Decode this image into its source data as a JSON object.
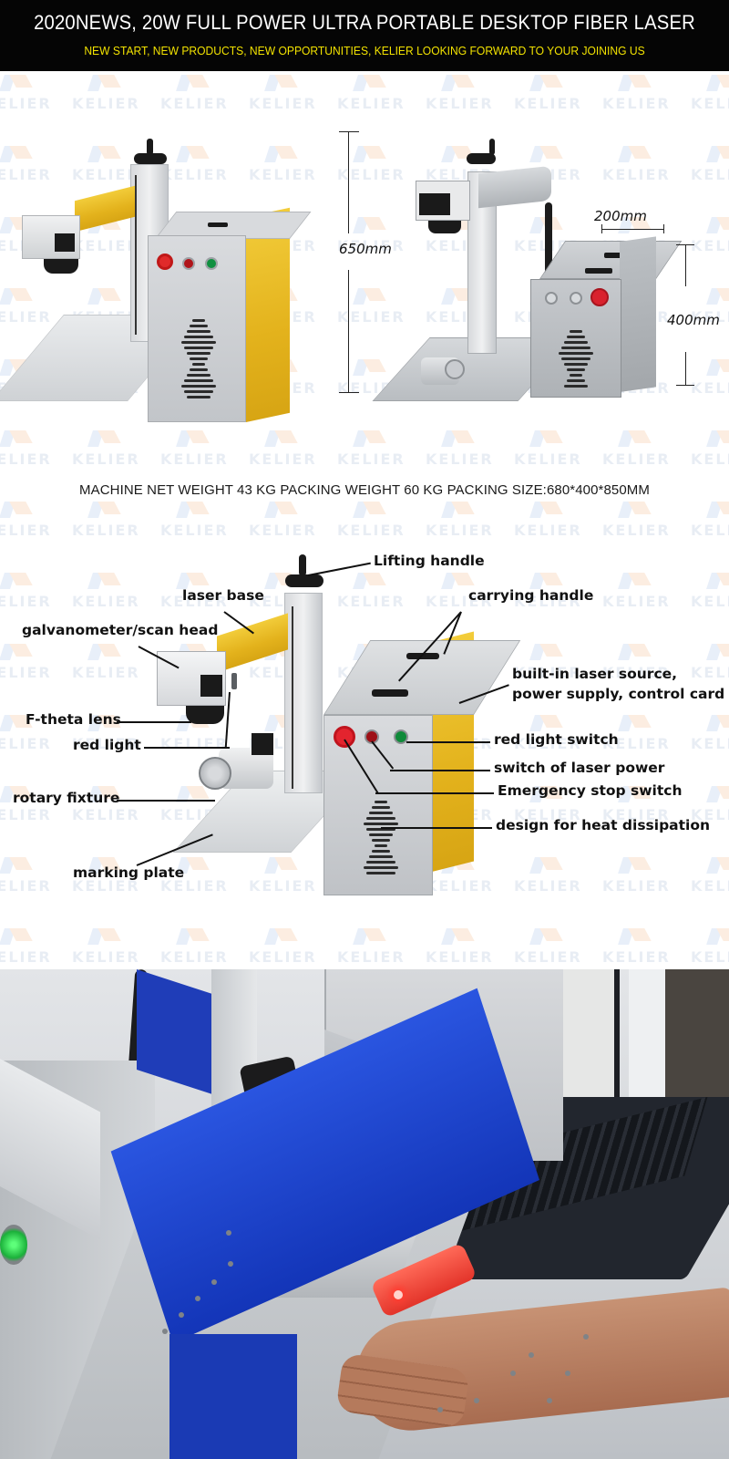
{
  "header": {
    "title": "2020NEWS, 20W FULL POWER ULTRA PORTABLE DESKTOP FIBER LASER",
    "subtitle": "NEW START, NEW PRODUCTS, NEW OPPORTUNITIES, KELIER LOOKING FORWARD TO YOUR JOINING US",
    "background_color": "#050505",
    "title_color": "#ffffff",
    "subtitle_color": "#f2e200"
  },
  "watermark": {
    "text": "KELIER"
  },
  "product_photos": {
    "left_machine": {
      "frame_color": "gold",
      "buttons": [
        "emergency-stop",
        "laser-power",
        "red-light"
      ]
    },
    "right_machine": {
      "frame_color": "silver",
      "dimensions": {
        "height_total": "650mm",
        "cabinet_width": "200mm",
        "cabinet_height": "400mm"
      }
    }
  },
  "specs": {
    "line": "MACHINE NET WEIGHT 43 KG PACKING WEIGHT 60 KG   PACKING SIZE:680*400*850MM",
    "net_weight": "43 KG",
    "packing_weight": "60 KG",
    "packing_size": "680*400*850MM"
  },
  "diagram": {
    "labels": {
      "lifting_handle": "Lifting handle",
      "laser_base": "laser base",
      "carrying_handle": "carrying handle",
      "scan_head": "galvanometer/scan head",
      "builtin_line1": "built-in laser source,",
      "builtin_line2": "power supply, control card",
      "f_theta_lens": "F-theta lens",
      "red_light": "red light",
      "red_light_switch": "red light switch",
      "laser_power_switch": "switch of laser power",
      "emergency_stop": "Emergency stop switch",
      "rotary_fixture": "rotary fixture",
      "heat_dissipation": "design for heat dissipation",
      "marking_plate": "marking plate"
    }
  },
  "demo_photo": {
    "description": "hand holding red cylinder on blue block under laser scan head with red aiming light; laptop in background",
    "power_indicator_color": "#22d04a",
    "aiming_light_color": "#ff3b30"
  }
}
